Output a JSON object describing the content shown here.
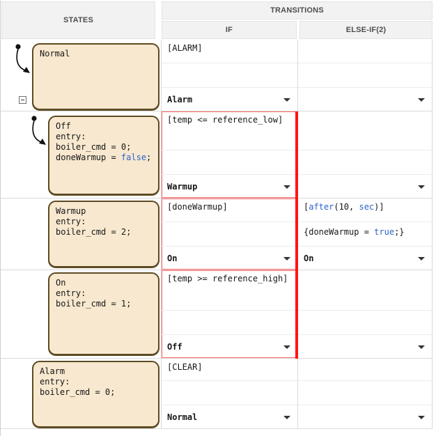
{
  "header": {
    "states": "STATES",
    "transitions": "TRANSITIONS",
    "if": "IF",
    "elseif": "ELSE-IF(2)"
  },
  "keywords": [
    "false",
    "true",
    "after",
    "sec"
  ],
  "colors": {
    "keyword": "#2e62c9",
    "state_fill": "#f7e8cf",
    "state_border": "#5e4b23",
    "selection": "#ff1414",
    "selection_outline": "#ff6666"
  },
  "icons": {
    "default_transition": "default-transition-arrow-icon",
    "collapse": "collapse-toggle-icon",
    "dropdown": "dropdown-caret-icon"
  },
  "rows": [
    {
      "state": {
        "name": "Normal",
        "body": "",
        "has_default_transition": true,
        "has_collapse": true
      },
      "if": {
        "condition": "[ALARM]",
        "action": "",
        "destination": "Alarm"
      },
      "elseif": {
        "condition": "",
        "action": "",
        "destination": ""
      },
      "selected": false
    },
    {
      "state": {
        "name": "Off",
        "body": "entry:\nboiler_cmd = 0;\ndoneWarmup = false;",
        "has_default_transition": true,
        "has_collapse": false
      },
      "if": {
        "condition": "[temp <= reference_low]",
        "action": "",
        "destination": "Warmup"
      },
      "elseif": {
        "condition": "",
        "action": "",
        "destination": ""
      },
      "selected": true
    },
    {
      "state": {
        "name": "Warmup",
        "body": "entry:\nboiler_cmd = 2;",
        "has_default_transition": false,
        "has_collapse": false
      },
      "if": {
        "condition": "[doneWarmup]",
        "action": "",
        "destination": "On"
      },
      "elseif": {
        "condition": "[after(10, sec)]",
        "action": "{doneWarmup = true;}",
        "destination": "On"
      },
      "selected": true
    },
    {
      "state": {
        "name": "On",
        "body": "entry:\nboiler_cmd = 1;",
        "has_default_transition": false,
        "has_collapse": false
      },
      "if": {
        "condition": "[temp >= reference_high]",
        "action": "",
        "destination": "Off"
      },
      "elseif": {
        "condition": "",
        "action": "",
        "destination": ""
      },
      "selected": true
    },
    {
      "state": {
        "name": "Alarm",
        "body": "entry:\nboiler_cmd = 0;",
        "has_default_transition": false,
        "has_collapse": false
      },
      "if": {
        "condition": "[CLEAR]",
        "action": "",
        "destination": "Normal"
      },
      "elseif": {
        "condition": "",
        "action": "",
        "destination": ""
      },
      "selected": false
    }
  ]
}
